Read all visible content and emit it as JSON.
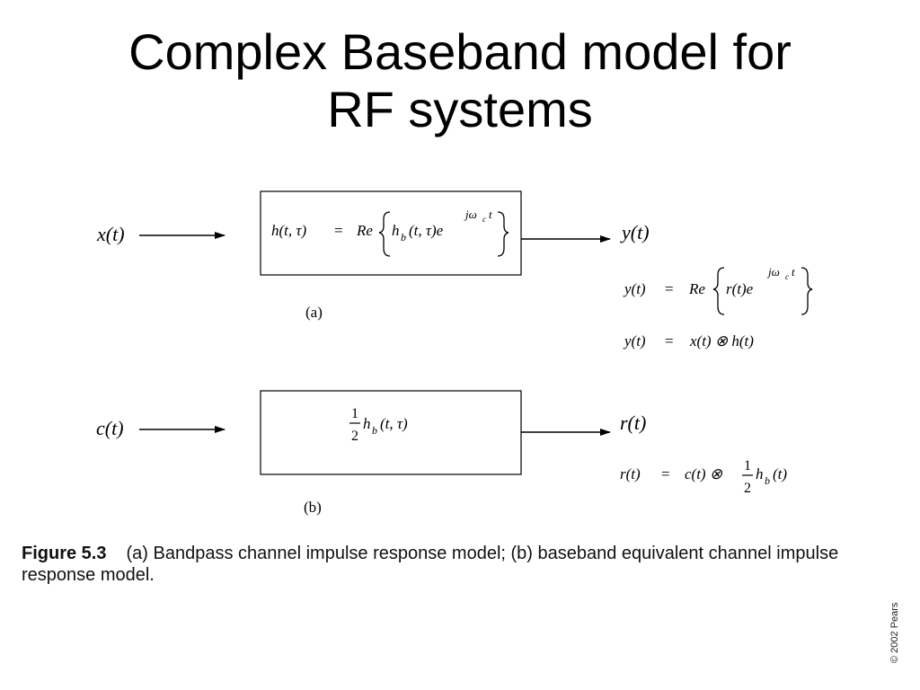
{
  "title": {
    "line1": "Complex Baseband model for",
    "line2": "RF systems"
  },
  "diagram_a": {
    "input": "x(t)",
    "output": "y(t)",
    "box_equation": {
      "lhs": "h(t, τ)",
      "eq": "=",
      "re": "Re",
      "hb": "h",
      "hb_sub": "b",
      "hb_args": "(t, τ)e",
      "exp": "jω",
      "exp_sub": "c",
      "exp_t": "t"
    },
    "label": "(a)",
    "eq_re": {
      "lhs": "y(t)",
      "eq": "=",
      "re": "Re",
      "body": "r(t)e",
      "exp": "jω",
      "exp_sub": "c",
      "exp_t": "t"
    },
    "eq_conv": {
      "lhs": "y(t)",
      "eq": "=",
      "rhs": "x(t) ⊗ h(t)"
    }
  },
  "diagram_b": {
    "input": "c(t)",
    "output": "r(t)",
    "box_equation": {
      "num": "1",
      "den": "2",
      "h": "h",
      "sub": "b",
      "args": "(t, τ)"
    },
    "label": "(b)",
    "eq_conv": {
      "lhs": "r(t)",
      "eq": "=",
      "mid": "c(t) ⊗",
      "num": "1",
      "den": "2",
      "h": "h",
      "sub": "b",
      "args": "(t)"
    }
  },
  "caption": {
    "figure_label": "Figure 5.3",
    "text": "(a) Bandpass channel impulse response model; (b) baseband equivalent channel impulse response model."
  },
  "copyright": "© 2002 Pears"
}
